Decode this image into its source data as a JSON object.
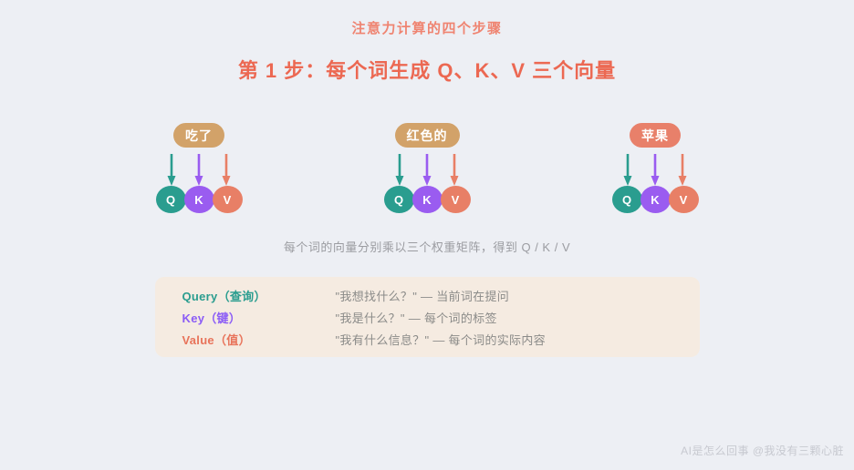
{
  "page": {
    "title": "注意力计算的四个步骤",
    "subtitle": "第 1 步：每个词生成 Q、K、V 三个向量",
    "caption": "每个词的向量分别乘以三个权重矩阵，得到 Q / K / V",
    "watermark": "AI是怎么回事 @我没有三颗心脏"
  },
  "tokens": [
    {
      "word": "吃了",
      "pill_color": "#d2a269"
    },
    {
      "word": "红色的",
      "pill_color": "#d2a269"
    },
    {
      "word": "苹果",
      "pill_color": "#e8806a"
    }
  ],
  "vector_labels": [
    "Q",
    "K",
    "V"
  ],
  "legend": {
    "rows": [
      {
        "label": "Query（查询）",
        "desc": "\"我想找什么？\" — 当前词在提问",
        "color": "#2a9d8f"
      },
      {
        "label": "Key（键）",
        "desc": "\"我是什么？\" — 每个词的标签",
        "color": "#8b5cf6"
      },
      {
        "label": "Value（值）",
        "desc": "\"我有什么信息？\" — 每个词的实际内容",
        "color": "#e8735a"
      }
    ]
  },
  "colors": {
    "background": "#edeff4",
    "title_text": "#ef8471",
    "subtitle_text": "#ec6852",
    "q_color": "#2a9d8f",
    "k_color": "#9a5cf0",
    "v_color": "#e87f66",
    "token_tan": "#d2a269",
    "token_coral": "#e8806a",
    "legend_background": "#f5ebe1",
    "caption_text": "#9b9ca1",
    "watermark_text": "#c7c9d0"
  }
}
